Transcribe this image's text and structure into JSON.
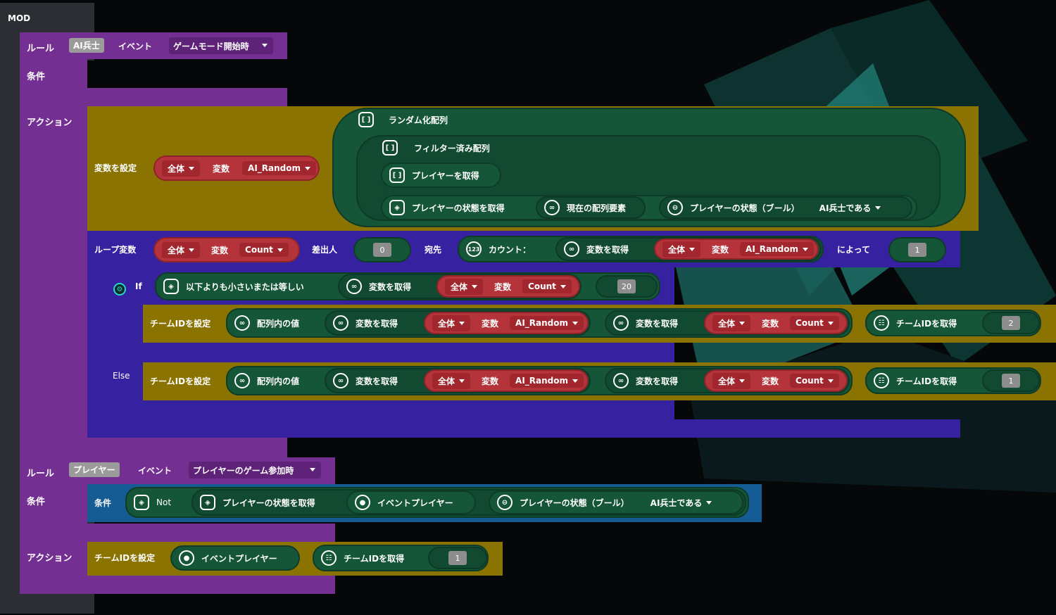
{
  "mod_label": "MOD",
  "rule1": {
    "rule_label": "ルール",
    "target_chip": "AI兵士",
    "event_label": "イベント",
    "event_value": "ゲームモード開始時",
    "condition_label": "条件",
    "action_label": "アクション",
    "set_var": {
      "label": "変数を設定",
      "scope": "全体",
      "var_label": "変数",
      "var_name": "AI_Random",
      "randomize_label": "ランダム化配列",
      "filter_label": "フィルター済み配列",
      "get_players_label": "プレイヤーを取得",
      "player_state_label": "プレイヤーの状態を取得",
      "current_elem_label": "現在の配列要素",
      "player_state_bool_label": "プレイヤーの状態（ブール）",
      "ai_soldier_value": "AI兵士である"
    },
    "loop": {
      "label": "ループ変数",
      "scope": "全体",
      "var_label": "変数",
      "var_name": "Count",
      "from_label": "差出人",
      "from_value": "0",
      "to_label": "宛先",
      "count_label": "カウント：",
      "get_var_label": "変数を取得",
      "count_scope": "全体",
      "count_var_label": "変数",
      "count_var_name": "AI_Random",
      "by_label": "によって",
      "by_value": "1"
    },
    "if_block": {
      "if_label": "If",
      "compare_label": "以下よりも小さいまたは等しい",
      "get_var_label": "変数を取得",
      "scope": "全体",
      "var_label": "変数",
      "var_name": "Count",
      "compare_value": "20",
      "set_team_label": "チームIDを設定",
      "array_value_label": "配列内の値",
      "arr_scope": "全体",
      "arr_var_label": "変数",
      "arr_var_name": "AI_Random",
      "idx_scope": "全体",
      "idx_var_label": "変数",
      "idx_var_name": "Count",
      "get_team_label": "チームIDを取得",
      "team_value": "2"
    },
    "else_block": {
      "else_label": "Else",
      "set_team_label": "チームIDを設定",
      "array_value_label": "配列内の値",
      "get_var_label": "変数を取得",
      "arr_scope": "全体",
      "arr_var_label": "変数",
      "arr_var_name": "AI_Random",
      "idx_scope": "全体",
      "idx_var_label": "変数",
      "idx_var_name": "Count",
      "get_team_label": "チームIDを取得",
      "team_value": "1"
    }
  },
  "rule2": {
    "rule_label": "ルール",
    "target_chip": "プレイヤー",
    "event_label": "イベント",
    "event_value": "プレイヤーのゲーム参加時",
    "condition_label": "条件",
    "cond_label": "条件",
    "not_label": "Not",
    "player_state_label": "プレイヤーの状態を取得",
    "event_player_label": "イベントプレイヤー",
    "player_state_bool_label": "プレイヤーの状態（ブール）",
    "ai_soldier_value": "AI兵士である",
    "action_label": "アクション",
    "set_team_label": "チームIDを設定",
    "action_event_player_label": "イベントプレイヤー",
    "get_team_label": "チームIDを取得",
    "team_value": "1"
  },
  "colors": {
    "mod": "#2b2e33",
    "rule": "#742f92",
    "action_olive": "#8a7300",
    "loop_indigo": "#3621a1",
    "condition_blue": "#155b94",
    "expr_green": "#155538",
    "var_red": "#b5343b"
  }
}
